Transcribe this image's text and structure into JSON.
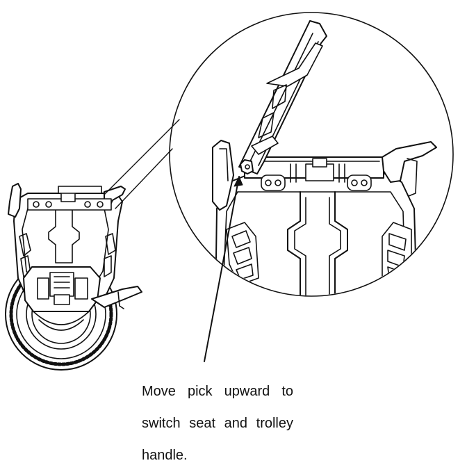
{
  "caption": {
    "line1": "Move pick upward to",
    "line2": "switch seat and trolley",
    "line3": "handle."
  }
}
